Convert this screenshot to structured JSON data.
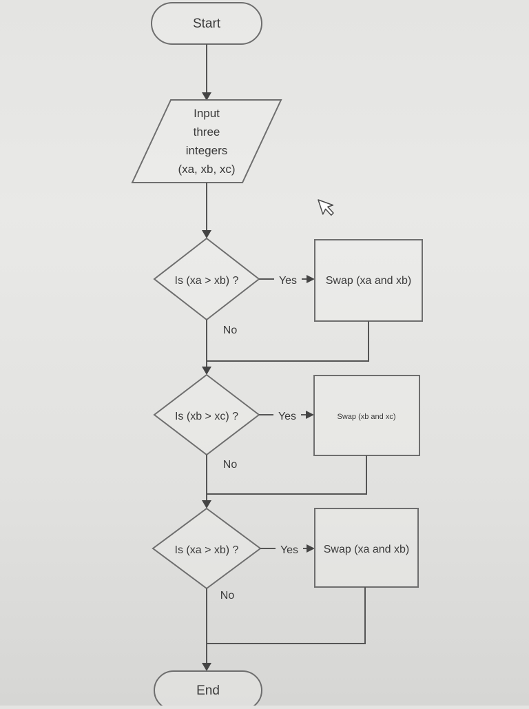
{
  "flowchart": {
    "start": {
      "label": "Start"
    },
    "input": {
      "lines": [
        "Input",
        "three",
        "integers",
        "(xa, xb, xc)"
      ]
    },
    "decisions": [
      {
        "question": "Is (xa > xb) ?",
        "yes_label": "Yes",
        "no_label": "No",
        "action": "Swap (xa and xb)"
      },
      {
        "question": "Is (xb > xc) ?",
        "yes_label": "Yes",
        "no_label": "No",
        "action": "Swap (xb and xc)"
      },
      {
        "question": "Is (xa > xb) ?",
        "yes_label": "Yes",
        "no_label": "No",
        "action": "Swap (xa and xb)"
      }
    ],
    "end": {
      "label": "End"
    }
  },
  "colors": {
    "background": "#e6e6e4",
    "stroke": "#6e6e6e",
    "text": "#3a3a3a"
  },
  "icons": {
    "cursor": "mouse-pointer-icon"
  }
}
